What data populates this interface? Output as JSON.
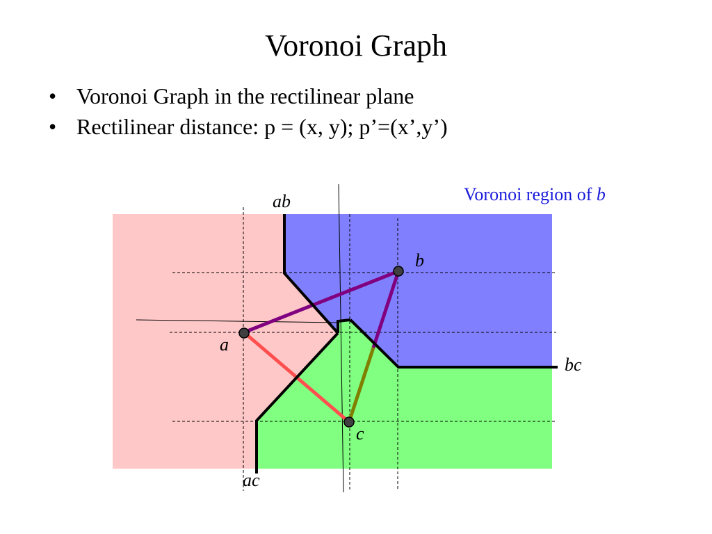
{
  "slide": {
    "title": "Voronoi Graph",
    "bullets": [
      {
        "marker": "•",
        "text": "Voronoi Graph in the rectilinear plane"
      },
      {
        "marker": "•",
        "text": "Rectilinear distance: p = (x, y); p’=(x’,y’)"
      }
    ]
  },
  "diagram": {
    "region_note": {
      "prefix": "Voronoi region of ",
      "site": "b",
      "color": "#1a1adb"
    },
    "sites": {
      "a": "a",
      "b": "b",
      "c": "c"
    },
    "bisectors": {
      "ab": "ab",
      "bc": "bc",
      "ac": "ac"
    },
    "colors": {
      "region_a": "#ffc8c8",
      "region_b": "#8080ff",
      "region_c": "#80ff80",
      "edge_ab": "#800080",
      "edge_ac": "#ff5050",
      "edge_bc": "#808000",
      "voronoi_edges": "#000000",
      "site_fill": "#404040"
    }
  }
}
